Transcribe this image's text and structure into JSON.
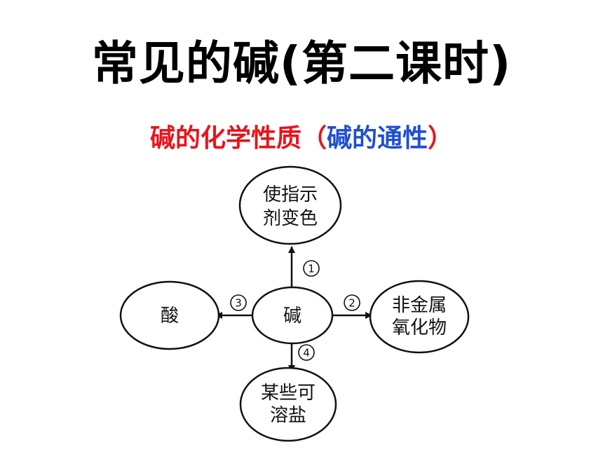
{
  "title": "常见的碱(第二课时)",
  "subtitle": {
    "part1": "碱的化学性质",
    "paren_open": "（",
    "part2": "碱的通性",
    "paren_close": "）"
  },
  "colors": {
    "subtitle_red": "#e8141b",
    "subtitle_blue": "#1f4fd1",
    "ink": "#111111"
  },
  "diagram": {
    "center": "碱",
    "top": {
      "line1": "使指示",
      "line2": "剂变色",
      "number": "1"
    },
    "right": {
      "line1": "非金属",
      "line2": "氧化物",
      "number": "2"
    },
    "left": {
      "label": "酸",
      "number": "3"
    },
    "bottom": {
      "line1": "某些可",
      "line2": "溶盐",
      "number": "4"
    }
  }
}
